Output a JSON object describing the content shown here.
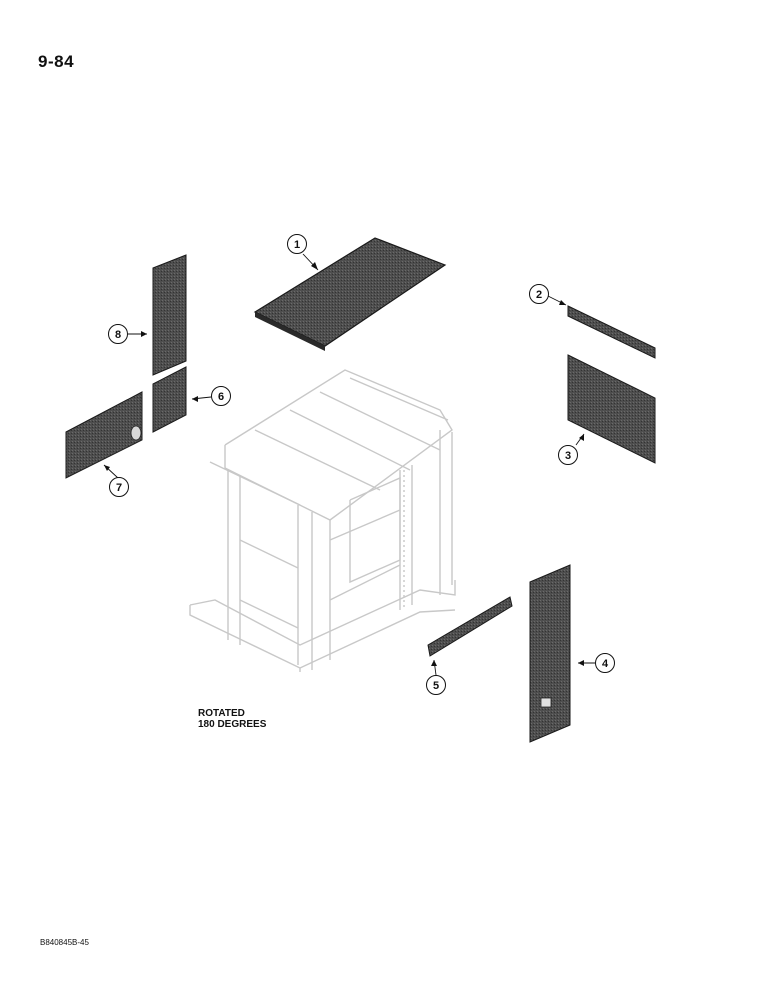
{
  "page_number": "9-84",
  "note": {
    "line1": "ROTATED",
    "line2": "180 DEGREES"
  },
  "doc_code": "B840845B-45",
  "callouts": [
    "1",
    "2",
    "3",
    "4",
    "5",
    "6",
    "7",
    "8"
  ],
  "colors": {
    "panel_fill": "#4a4a4a",
    "panel_edge": "#1a1a1a",
    "frame_stroke": "#c8c8c8"
  }
}
